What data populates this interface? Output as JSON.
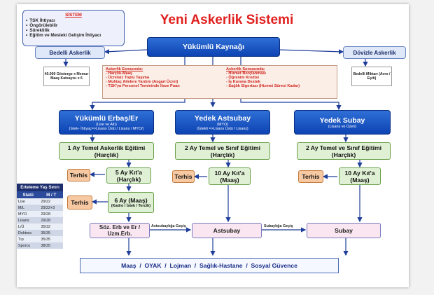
{
  "title": "Yeni Askerlik Sistemi",
  "sistem": {
    "heading": "SİSTEM",
    "items": [
      "TSK İhtiyacı",
      "Öngörülebilir",
      "Süreklilik",
      "Eğitim ve Mesleki Gelişim İhtiyacı"
    ]
  },
  "yukumlu_kaynagi": "Yükümlü Kaynağı",
  "bedelli": {
    "label": "Bedelli Askerlik",
    "note": "40.000 Gösterge x Memur Maaş Katsayısı x 6"
  },
  "dovizle": {
    "label": "Dövizle Askerlik",
    "note": "Bedelli Miktarı (Avro / Eşiti)"
  },
  "esnasinda": {
    "heading": "Askerlik Esnasında:",
    "items": [
      "Harçlık-Maaş",
      "Ücretsiz Toplu Taşıma",
      "Muhtaç Ailelere Yardım (Asgari Ücret)",
      "TSK'ya Personel Temininde İlave Puan"
    ]
  },
  "sonrasinda": {
    "heading": "Askerlik Sonrasında:",
    "items": [
      "Hizmet Borçlanması",
      "Öğrenim Kredisi",
      "İş Kurana Destek",
      "Sağlık Sigortası (Hizmet Süresi Kadar)"
    ]
  },
  "columns": {
    "erbas": {
      "title": "Yükümlü Erbaş/Er",
      "sub1": "(Lise ve Altı)",
      "sub2": "(İstek- İhtiyaç=>Lisans Üstü / Lisans / MYO/)",
      "egitim": "1 Ay Temel Askerlik Eğitimi",
      "egitim_sub": "(Harçlık)",
      "kita": "5 Ay Kıt'a",
      "kita_sub": "(Harçlık)",
      "maas": "6 Ay (Maaş)",
      "maas_sub": "(Kadro / İstek / Tercih)"
    },
    "astsubay": {
      "title": "Yedek Astsubay",
      "sub1": "(MYO)",
      "sub2": "(İstekli =>Lisans Üstü / Lisans)",
      "egitim": "2 Ay Temel ve Sınıf Eğitimi",
      "egitim_sub": "(Harçlık)",
      "kita": "10 Ay Kıt'a",
      "kita_sub": "(Maaş)"
    },
    "subay": {
      "title": "Yedek Subay",
      "sub1": "(Lisans ve Üzeri)",
      "egitim": "2 Ay Temel ve Sınıf Eğitimi",
      "egitim_sub": "(Harçlık)",
      "kita": "10 Ay Kıt'a",
      "kita_sub": "(Maaş)"
    }
  },
  "terhis": "Terhis",
  "bottom": {
    "soz": "Söz. Erb ve Er / Uzm.Erb.",
    "astsubayliga": "Astsubaylığa Geçiş",
    "astsubay": "Astsubay",
    "subayliga": "Subaylığa Geçiş",
    "subay": "Subay"
  },
  "erteleme": {
    "title": "Erteleme Yaş Sınırı",
    "col1": "Statü",
    "col2": "M / T",
    "rows": [
      [
        "Lise",
        "29/22"
      ],
      [
        "M/L",
        "29/22+3"
      ],
      [
        "MYO",
        "29/28"
      ],
      [
        "Lisans",
        "29/28"
      ],
      [
        "L/Ü",
        "35/32"
      ],
      [
        "Doktora",
        "35/35"
      ],
      [
        "Tıp",
        "35/35"
      ],
      [
        "Sporcu",
        "38/35"
      ]
    ]
  },
  "footer": "Maaş  /  OYAK  /  Lojman  /  Sağlık-Hastane  /  Sosyal Güvence"
}
